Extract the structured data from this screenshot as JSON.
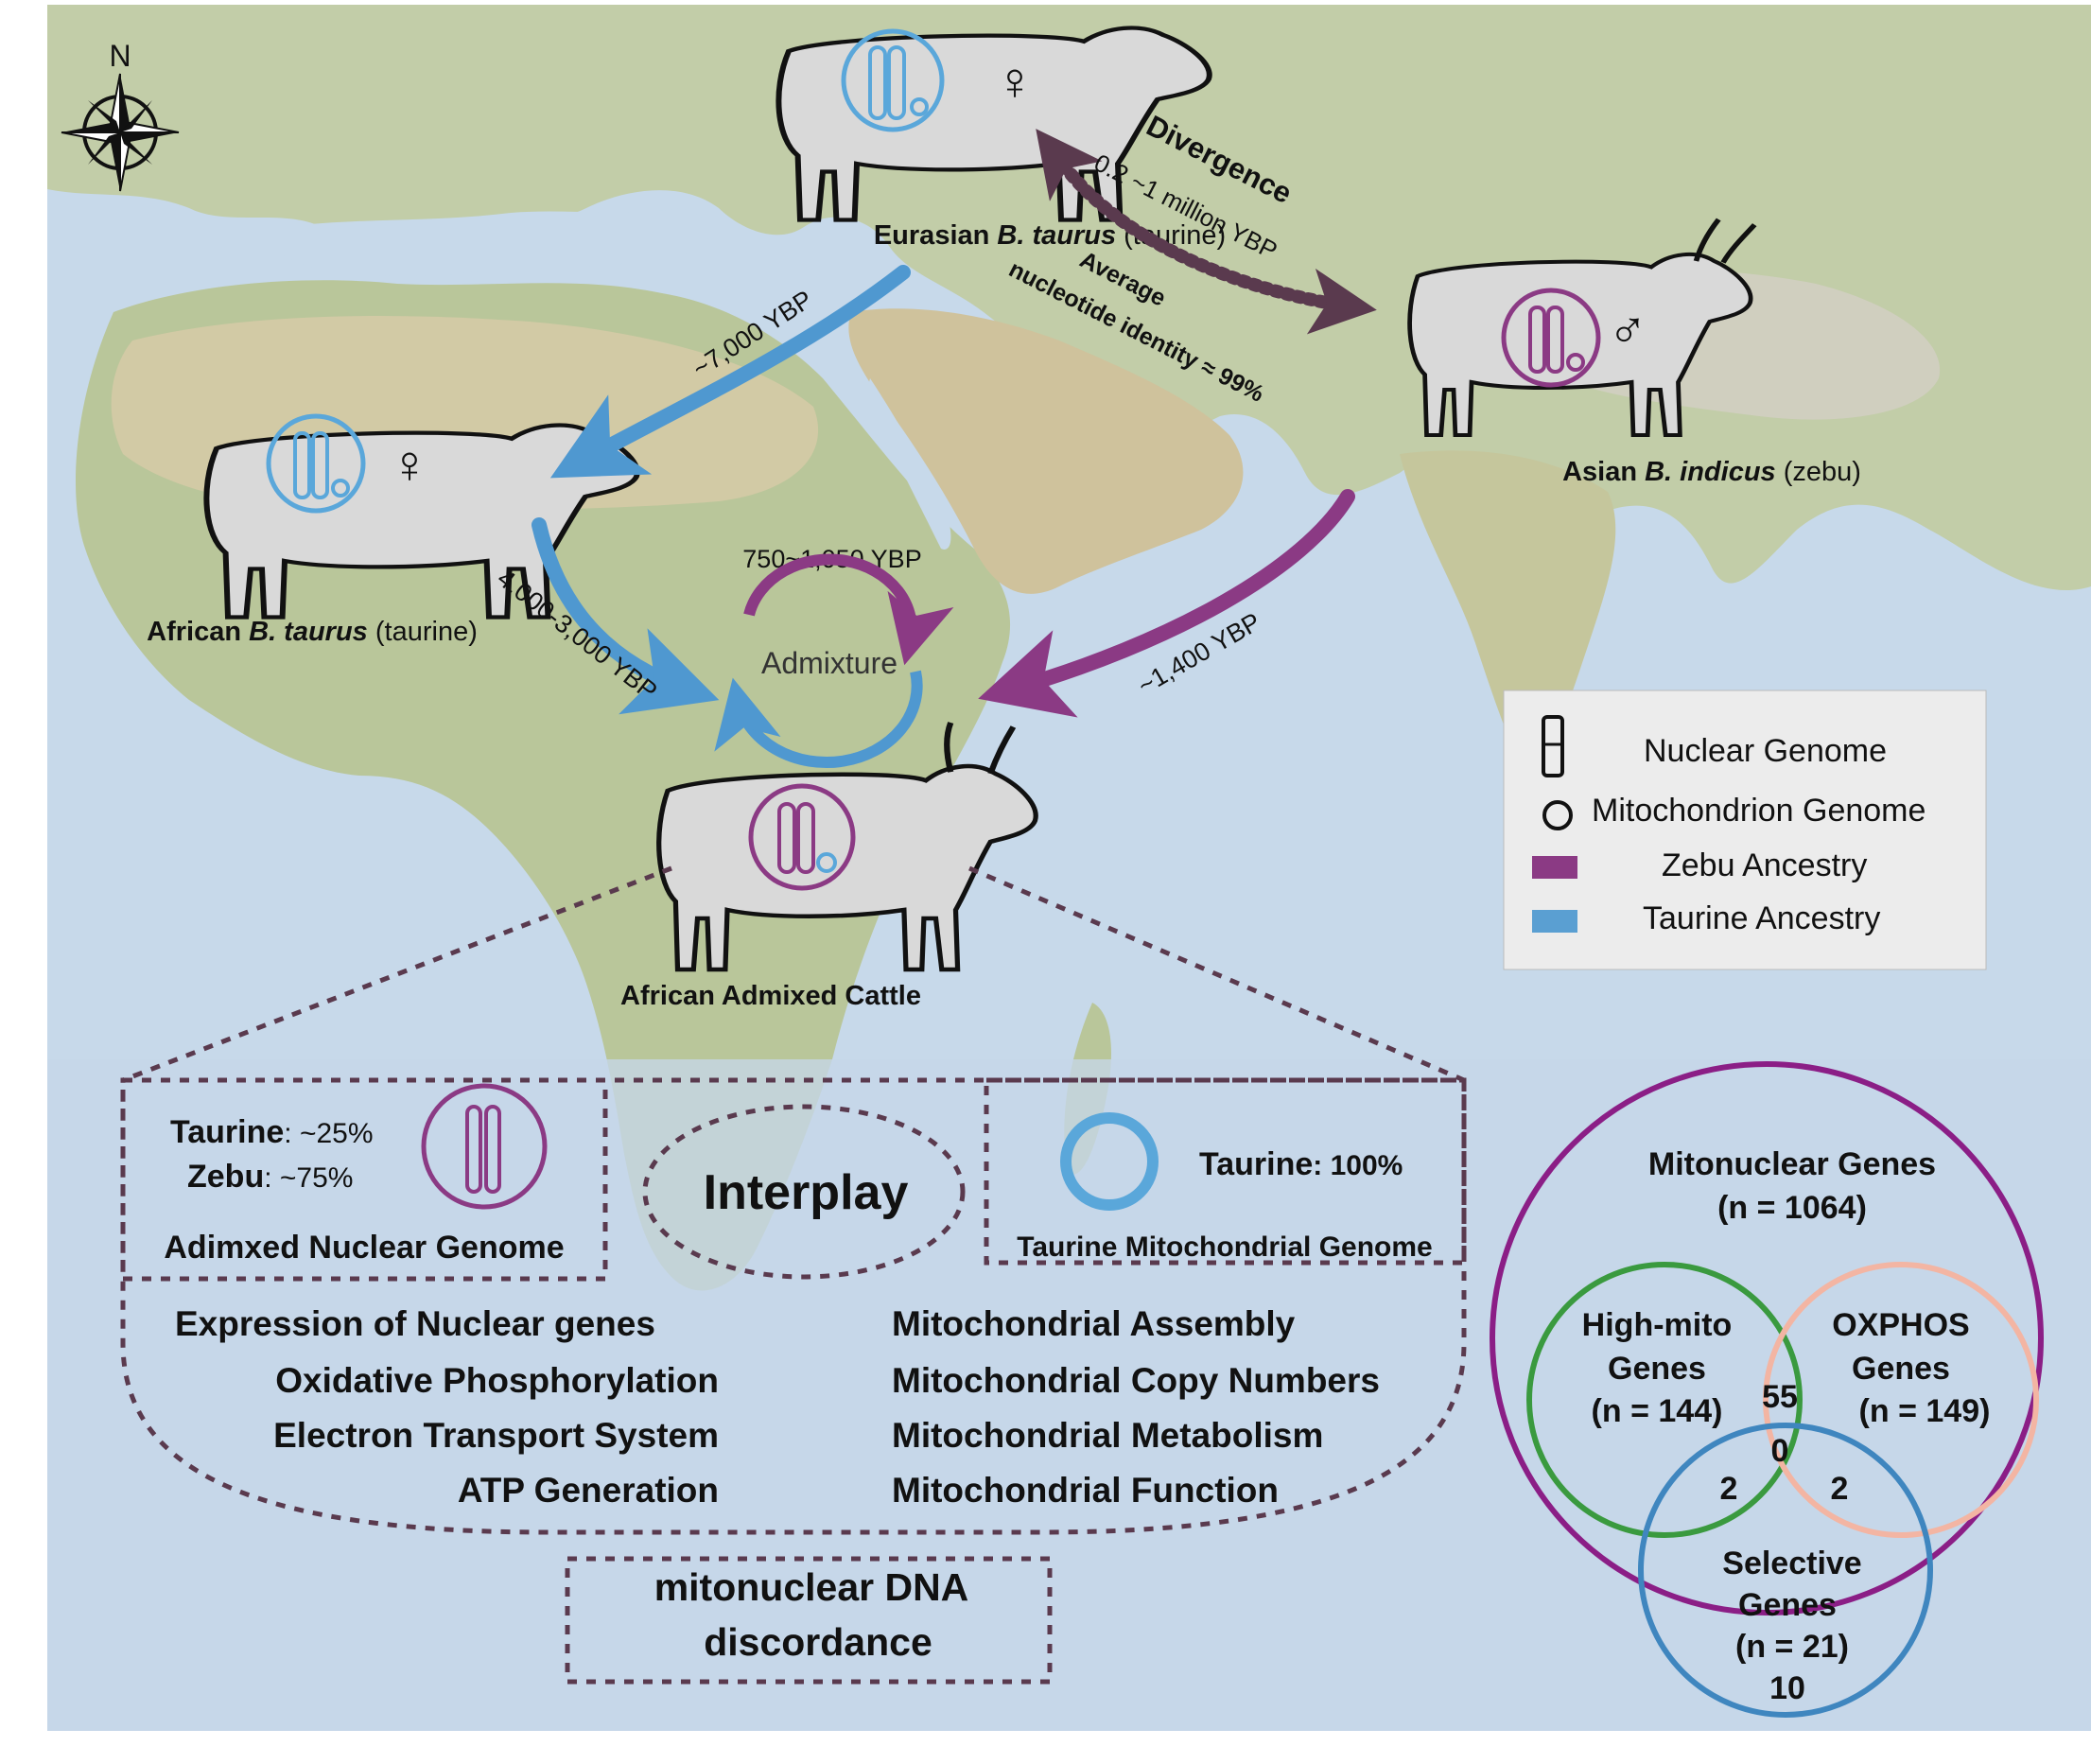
{
  "compass": {
    "north": "N"
  },
  "colors": {
    "zebu": "#8b3a84",
    "taurine": "#5a9fd2",
    "highmito": "#3a9a3f",
    "oxphos": "#f3b5a3",
    "selective": "#3f86bf",
    "mitonuclear": "#8b1e86",
    "dark": "#5a3a4e",
    "ocean": "#c7d9ea"
  },
  "animals": {
    "eurasian": {
      "pre": "Eurasian ",
      "genus": "B. taurus",
      "post": " (taurine)"
    },
    "african": {
      "pre": "African ",
      "genus": "B. taurus",
      "post": " (taurine)"
    },
    "asian": {
      "pre": "Asian ",
      "genus": "B. indicus",
      "post": " (zebu)"
    },
    "admixed": {
      "label": "African Admixed Cattle"
    }
  },
  "sex": {
    "female": "♀",
    "male": "♂"
  },
  "arrows": {
    "eurasia_to_africa": "~7,000 YBP",
    "africa_to_admixed": "4,000-3,000 YBP",
    "asia_to_admixed": "~1,400 YBP",
    "admixture_time": "750~1,050 YBP",
    "admixture": "Admixture",
    "divergence": "Divergence",
    "divergence_time": "0.2 ~1 million YBP",
    "identity_1": "Average",
    "identity_2": "nucleotide identity  ≈ 99%"
  },
  "legend": {
    "items": [
      {
        "label": "Nuclear Genome",
        "icon": "nuclear-genome-icon"
      },
      {
        "label": "Mitochondrion Genome",
        "icon": "mitochondrion-icon"
      },
      {
        "label": "Zebu Ancestry",
        "icon": "zebu-swatch"
      },
      {
        "label": "Taurine  Ancestry",
        "icon": "taurine-swatch"
      }
    ]
  },
  "panel": {
    "taurine_pct_label": "Taurine",
    "taurine_pct_value": ": ~25%",
    "zebu_pct_label": "Zebu",
    "zebu_pct_value": ": ~75%",
    "nuclear_box_title": "Adimxed Nuclear Genome",
    "interplay": "Interplay",
    "mito_taurine_label": "Taurine",
    "mito_taurine_value": ": 100%",
    "mito_box_title": "Taurine Mitochondrial Genome",
    "left_list": [
      "Expression of Nuclear genes",
      "Oxidative Phosphorylation",
      "Electron Transport System",
      "ATP Generation"
    ],
    "right_list": [
      "Mitochondrial Assembly",
      "Mitochondrial Copy Numbers",
      "Mitochondrial Metabolism",
      "Mitochondrial Function"
    ],
    "discordance_1": "mitonuclear DNA",
    "discordance_2": "discordance"
  },
  "venn": {
    "outer_title": "Mitonuclear Genes",
    "outer_n": "(n = 1064)",
    "highmito_1": "High-mito",
    "highmito_2": "Genes",
    "highmito_n": "(n = 144)",
    "oxphos_1": "OXPHOS",
    "oxphos_2": "Genes",
    "oxphos_n": "(n = 149)",
    "selective_1": "Selective",
    "selective_2": "Genes",
    "selective_n": "(n = 21)",
    "v_hm_ox": "55",
    "v_all": "0",
    "v_hm_sel": "2",
    "v_ox_sel": "2",
    "v_sel_only": "10"
  }
}
